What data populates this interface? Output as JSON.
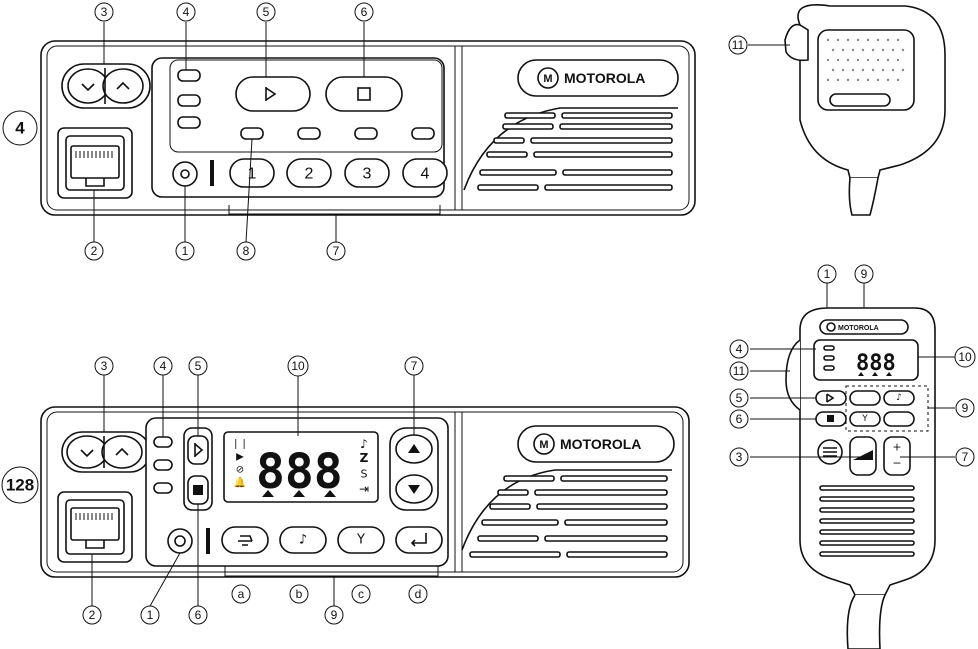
{
  "brand": "MOTOROLA",
  "brand_mark": "M",
  "display_digits": "888",
  "model_4": {
    "label": "4",
    "keys": [
      "1",
      "2",
      "3",
      "4"
    ],
    "callouts": [
      "1",
      "2",
      "3",
      "4",
      "5",
      "6",
      "7",
      "8"
    ]
  },
  "model_128": {
    "label": "128",
    "key_letters": [
      "a",
      "b",
      "c",
      "d"
    ],
    "callouts": [
      "1",
      "2",
      "3",
      "4",
      "5",
      "6",
      "7",
      "9",
      "10"
    ],
    "sym_right": [
      "♪",
      "Z",
      "S",
      "⇥"
    ]
  },
  "mic_top": {
    "callouts": [
      "11"
    ]
  },
  "mic_bottom": {
    "brand": "MOTOROLA",
    "callouts": [
      "1",
      "9",
      "4",
      "11",
      "5",
      "6",
      "3",
      "10",
      "9",
      "7"
    ],
    "plus": "+",
    "minus": "−"
  }
}
